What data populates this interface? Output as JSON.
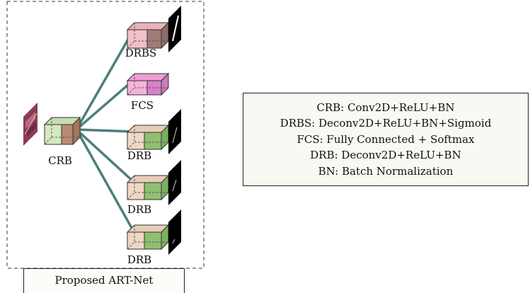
{
  "diagram": {
    "nodes": {
      "crb": {
        "label": "CRB"
      },
      "drbs": {
        "label": "DRBS"
      },
      "fcs": {
        "label": "FCS"
      },
      "drb1": {
        "label": "DRB"
      },
      "drb2": {
        "label": "DRB"
      },
      "drb3": {
        "label": "DRB"
      }
    },
    "caption": "Proposed ART-Net",
    "colors": {
      "crb_front": "#d6e8c0",
      "crb_back": "#b98a74",
      "drbs_front": "#f1c0c8",
      "drbs_back": "#a07c78",
      "fcs": "#f0a6d8",
      "fcs_back": "#d782c8",
      "drb_front": "#efd7c3",
      "drb_back": "#8fbf70",
      "arrow": "#4c7f7c"
    }
  },
  "legend": {
    "lines": [
      "CRB: Conv2D+ReLU+BN",
      "DRBS: Deconv2D+ReLU+BN+Sigmoid",
      "FCS: Fully Connected + Softmax",
      "DRB: Deconv2D+ReLU+BN",
      "BN: Batch Normalization"
    ]
  }
}
